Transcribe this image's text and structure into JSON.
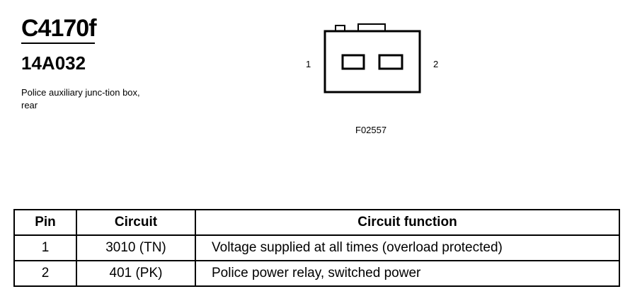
{
  "connector": {
    "id": "C4170f",
    "part_number": "14A032",
    "description": "Police auxiliary junc-tion box, rear"
  },
  "diagram": {
    "pin_left_label": "1",
    "pin_right_label": "2",
    "figure_code": "F02557"
  },
  "table": {
    "headers": {
      "pin": "Pin",
      "circuit": "Circuit",
      "function": "Circuit function"
    },
    "rows": [
      {
        "pin": "1",
        "circuit": "3010 (TN)",
        "function": "Voltage supplied at all times (overload protected)"
      },
      {
        "pin": "2",
        "circuit": "401 (PK)",
        "function": "Police power relay, switched power"
      }
    ]
  }
}
